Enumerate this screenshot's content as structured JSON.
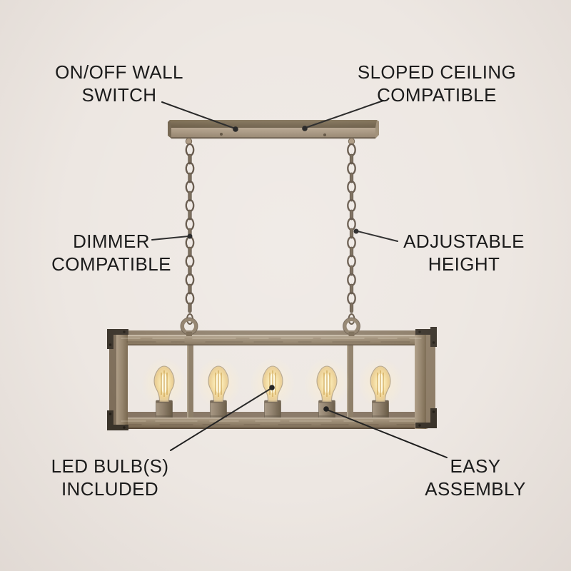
{
  "colors": {
    "background_color": "#EDE7E2",
    "text_color": "#1B1B1B",
    "line_color": "#1B1B1B",
    "wood_frame": "#9C8B75",
    "metal_bracket": "#3A332A",
    "chain_metal": "#5A4C3E",
    "bulb_glow": "#F2D795"
  },
  "callouts": {
    "on_off_wall_switch": {
      "line1": "ON/OFF WALL",
      "line2": "SWITCH"
    },
    "sloped_ceiling": {
      "line1": "SLOPED CEILING",
      "line2": "COMPATIBLE"
    },
    "dimmer": {
      "line1": "DIMMER",
      "line2": "COMPATIBLE"
    },
    "adjustable_height": {
      "line1": "ADJUSTABLE",
      "line2": "HEIGHT"
    },
    "led_bulbs": {
      "line1": "LED BULB(S)",
      "line2": "INCLUDED"
    },
    "easy_assembly": {
      "line1": "EASY",
      "line2": "ASSEMBLY"
    }
  },
  "fixture": {
    "bulb_count": 5,
    "chain_count": 2
  }
}
